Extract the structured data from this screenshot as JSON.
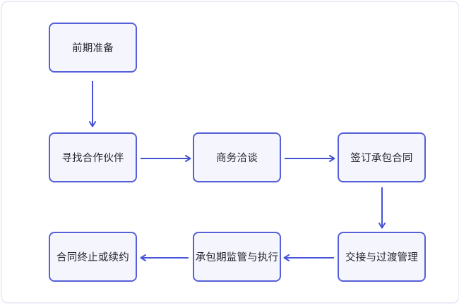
{
  "diagram": {
    "type": "flowchart",
    "title": "",
    "nodes": [
      {
        "id": "prep",
        "label": "前期准备"
      },
      {
        "id": "find",
        "label": "寻找合作伙伴"
      },
      {
        "id": "talk",
        "label": "商务洽谈"
      },
      {
        "id": "sign",
        "label": "签订承包合同"
      },
      {
        "id": "handover",
        "label": "交接与过渡管理"
      },
      {
        "id": "supervise",
        "label": "承包期监管与执行"
      },
      {
        "id": "terminate",
        "label": "合同终止或续约"
      }
    ],
    "edges": [
      {
        "from": "前期准备",
        "to": "寻找合作伙伴",
        "direction": "down"
      },
      {
        "from": "寻找合作伙伴",
        "to": "商务洽谈",
        "direction": "right"
      },
      {
        "from": "商务洽谈",
        "to": "签订承包合同",
        "direction": "right"
      },
      {
        "from": "签订承包合同",
        "to": "交接与过渡管理",
        "direction": "down"
      },
      {
        "from": "交接与过渡管理",
        "to": "承包期监管与执行",
        "direction": "left"
      },
      {
        "from": "承包期监管与执行",
        "to": "合同终止或续约",
        "direction": "left"
      }
    ],
    "colors": {
      "node_border": "#5560d8",
      "node_fill": "#f5f6fd",
      "arrow": "#4553d6",
      "text": "#23252e",
      "canvas_border": "#ececf8",
      "background": "#ffffff"
    }
  }
}
